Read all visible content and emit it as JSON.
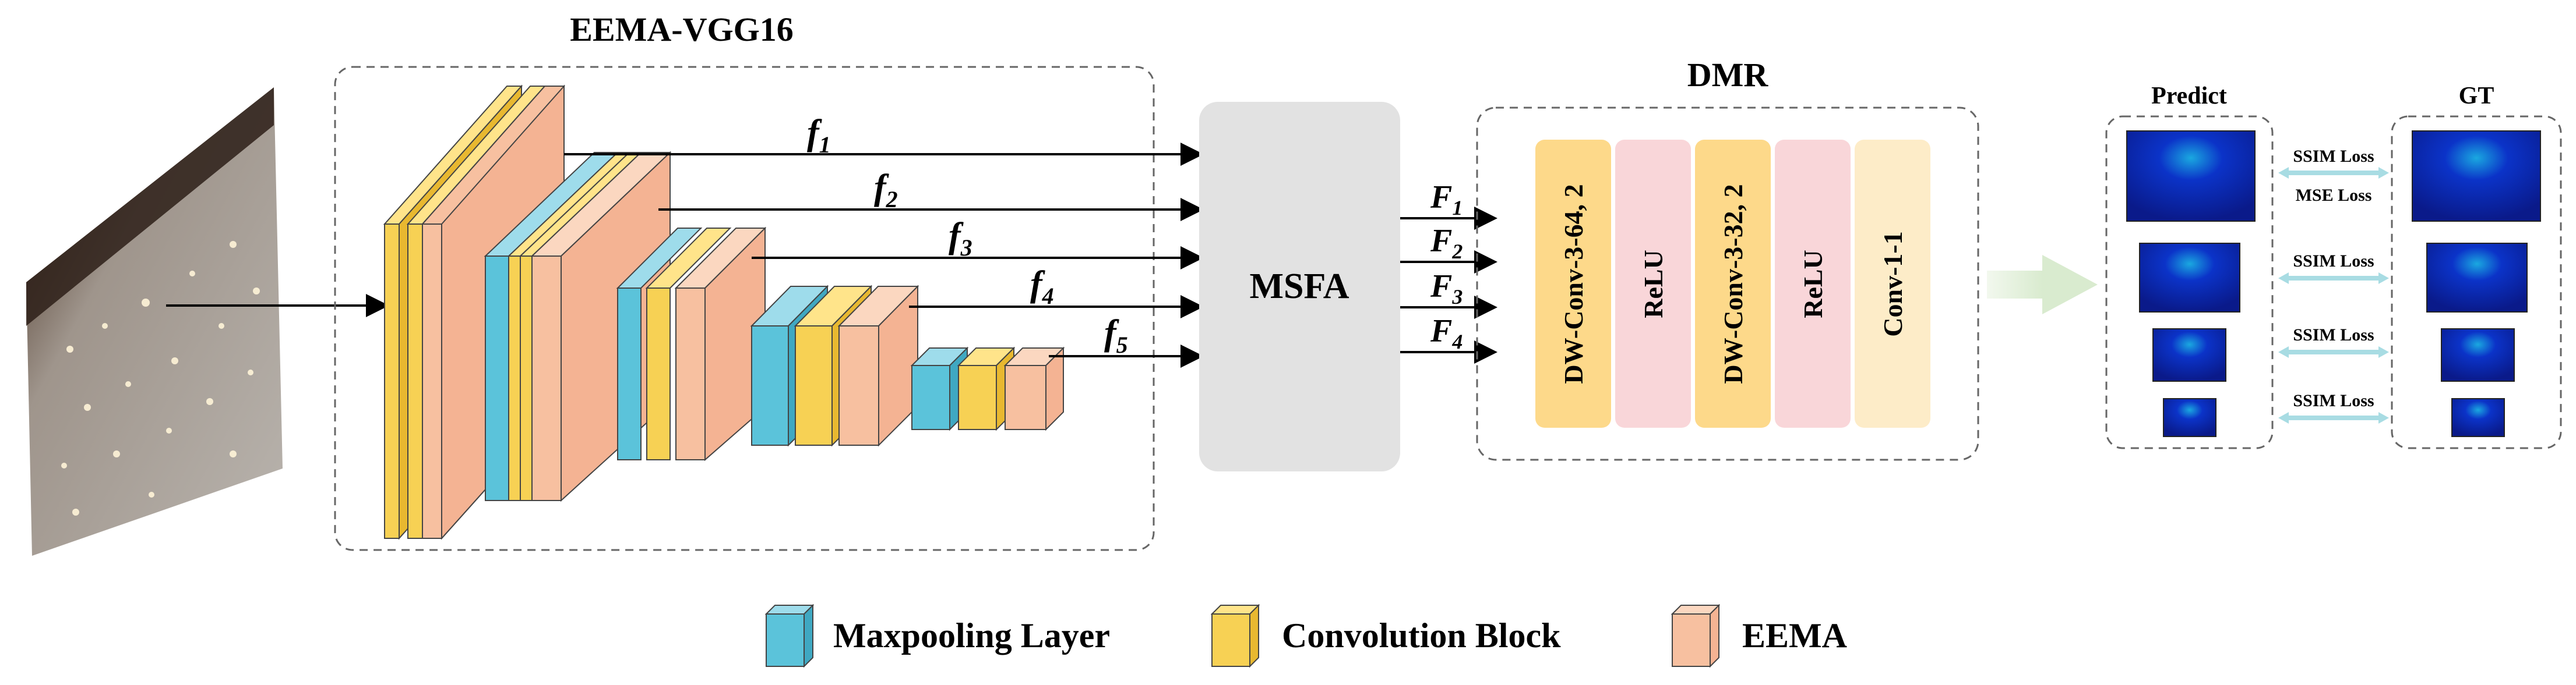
{
  "title": "EEMA-VGG16",
  "features": {
    "f1": {
      "base": "f",
      "sub": "1"
    },
    "f2": {
      "base": "f",
      "sub": "2"
    },
    "f3": {
      "base": "f",
      "sub": "3"
    },
    "f4": {
      "base": "f",
      "sub": "4"
    },
    "f5": {
      "base": "f",
      "sub": "5"
    }
  },
  "msfa": "MSFA",
  "fused": {
    "F1": {
      "base": "F",
      "sub": "1"
    },
    "F2": {
      "base": "F",
      "sub": "2"
    },
    "F3": {
      "base": "F",
      "sub": "3"
    },
    "F4": {
      "base": "F",
      "sub": "4"
    }
  },
  "dmr": {
    "title": "DMR",
    "layers": [
      "DW-Conv-3-64, 2",
      "ReLU",
      "DW-Conv-3-32, 2",
      "ReLU",
      "Conv-1-1"
    ]
  },
  "output": {
    "predict_label": "Predict",
    "gt_label": "GT",
    "losses": [
      "SSIM Loss",
      "MSE Loss",
      "SSIM Loss",
      "SSIM Loss",
      "SSIM Loss"
    ]
  },
  "legend": [
    {
      "label": "Maxpooling Layer",
      "color": "#5BC3DA"
    },
    {
      "label": "Convolution Block",
      "color": "#F7D154"
    },
    {
      "label": "EEMA",
      "color": "#F7C0A0"
    }
  ],
  "colors": {
    "maxpool": "#5BC3DA",
    "conv": "#F7D154",
    "eema": "#F7C0A0",
    "msfa_fill": "#E2E2E2",
    "dmr_dwconv": "#FDD98A",
    "dmr_relu": "#F9D6D9",
    "dmr_conv11": "#FDECC8",
    "loss_arrow": "#A8DCE3",
    "heatmap": "#0A1E9C"
  }
}
